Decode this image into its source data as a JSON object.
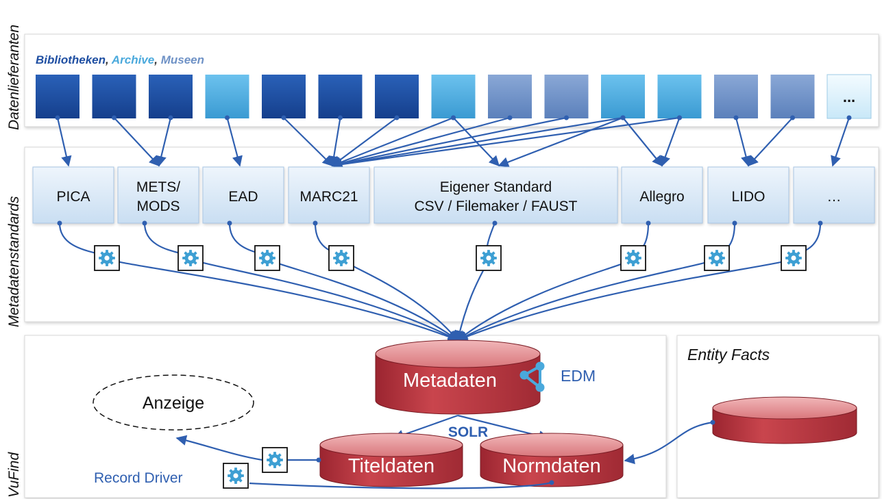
{
  "colors": {
    "bibliothek": "#1f4fa2",
    "archiv": "#4aa9dc",
    "museum": "#6f92c6",
    "accent_blue": "#2f5fb0",
    "cylinder_red": "#b9363f"
  },
  "panels": {
    "datenlieferanten": {
      "side_label": "Datenlieferanten",
      "legend": {
        "bibliotheken": "Bibliotheken",
        "sep1": ",",
        "archive": "Archive",
        "sep2": ",",
        "museen": "Museen"
      },
      "providers": [
        {
          "type": "bibliothek"
        },
        {
          "type": "bibliothek"
        },
        {
          "type": "bibliothek"
        },
        {
          "type": "archiv"
        },
        {
          "type": "bibliothek"
        },
        {
          "type": "bibliothek"
        },
        {
          "type": "bibliothek"
        },
        {
          "type": "archiv"
        },
        {
          "type": "museum"
        },
        {
          "type": "museum"
        },
        {
          "type": "archiv"
        },
        {
          "type": "archiv"
        },
        {
          "type": "museum"
        },
        {
          "type": "museum"
        },
        {
          "type": "more",
          "label": "..."
        }
      ]
    },
    "metadatenstandards": {
      "side_label": "Metadatenstandards",
      "standards": [
        {
          "line1": "PICA",
          "line2": ""
        },
        {
          "line1": "METS/",
          "line2": "MODS"
        },
        {
          "line1": "EAD",
          "line2": ""
        },
        {
          "line1": "MARC21",
          "line2": ""
        },
        {
          "line1": "Eigener Standard",
          "line2": "CSV / Filemaker / FAUST"
        },
        {
          "line1": "Allegro",
          "line2": ""
        },
        {
          "line1": "LIDO",
          "line2": ""
        },
        {
          "line1": "…",
          "line2": ""
        }
      ],
      "converter_icon": "gear-icon"
    },
    "vufind": {
      "side_label": "VuFind",
      "metadaten": "Metadaten",
      "edm": "EDM",
      "edm_icon": "share-network-icon",
      "solr": "SOLR",
      "titeldaten": "Titeldaten",
      "normdaten": "Normdaten",
      "anzeige": "Anzeige",
      "record_driver": "Record Driver"
    },
    "entity_facts": {
      "title": "Entity Facts"
    }
  }
}
